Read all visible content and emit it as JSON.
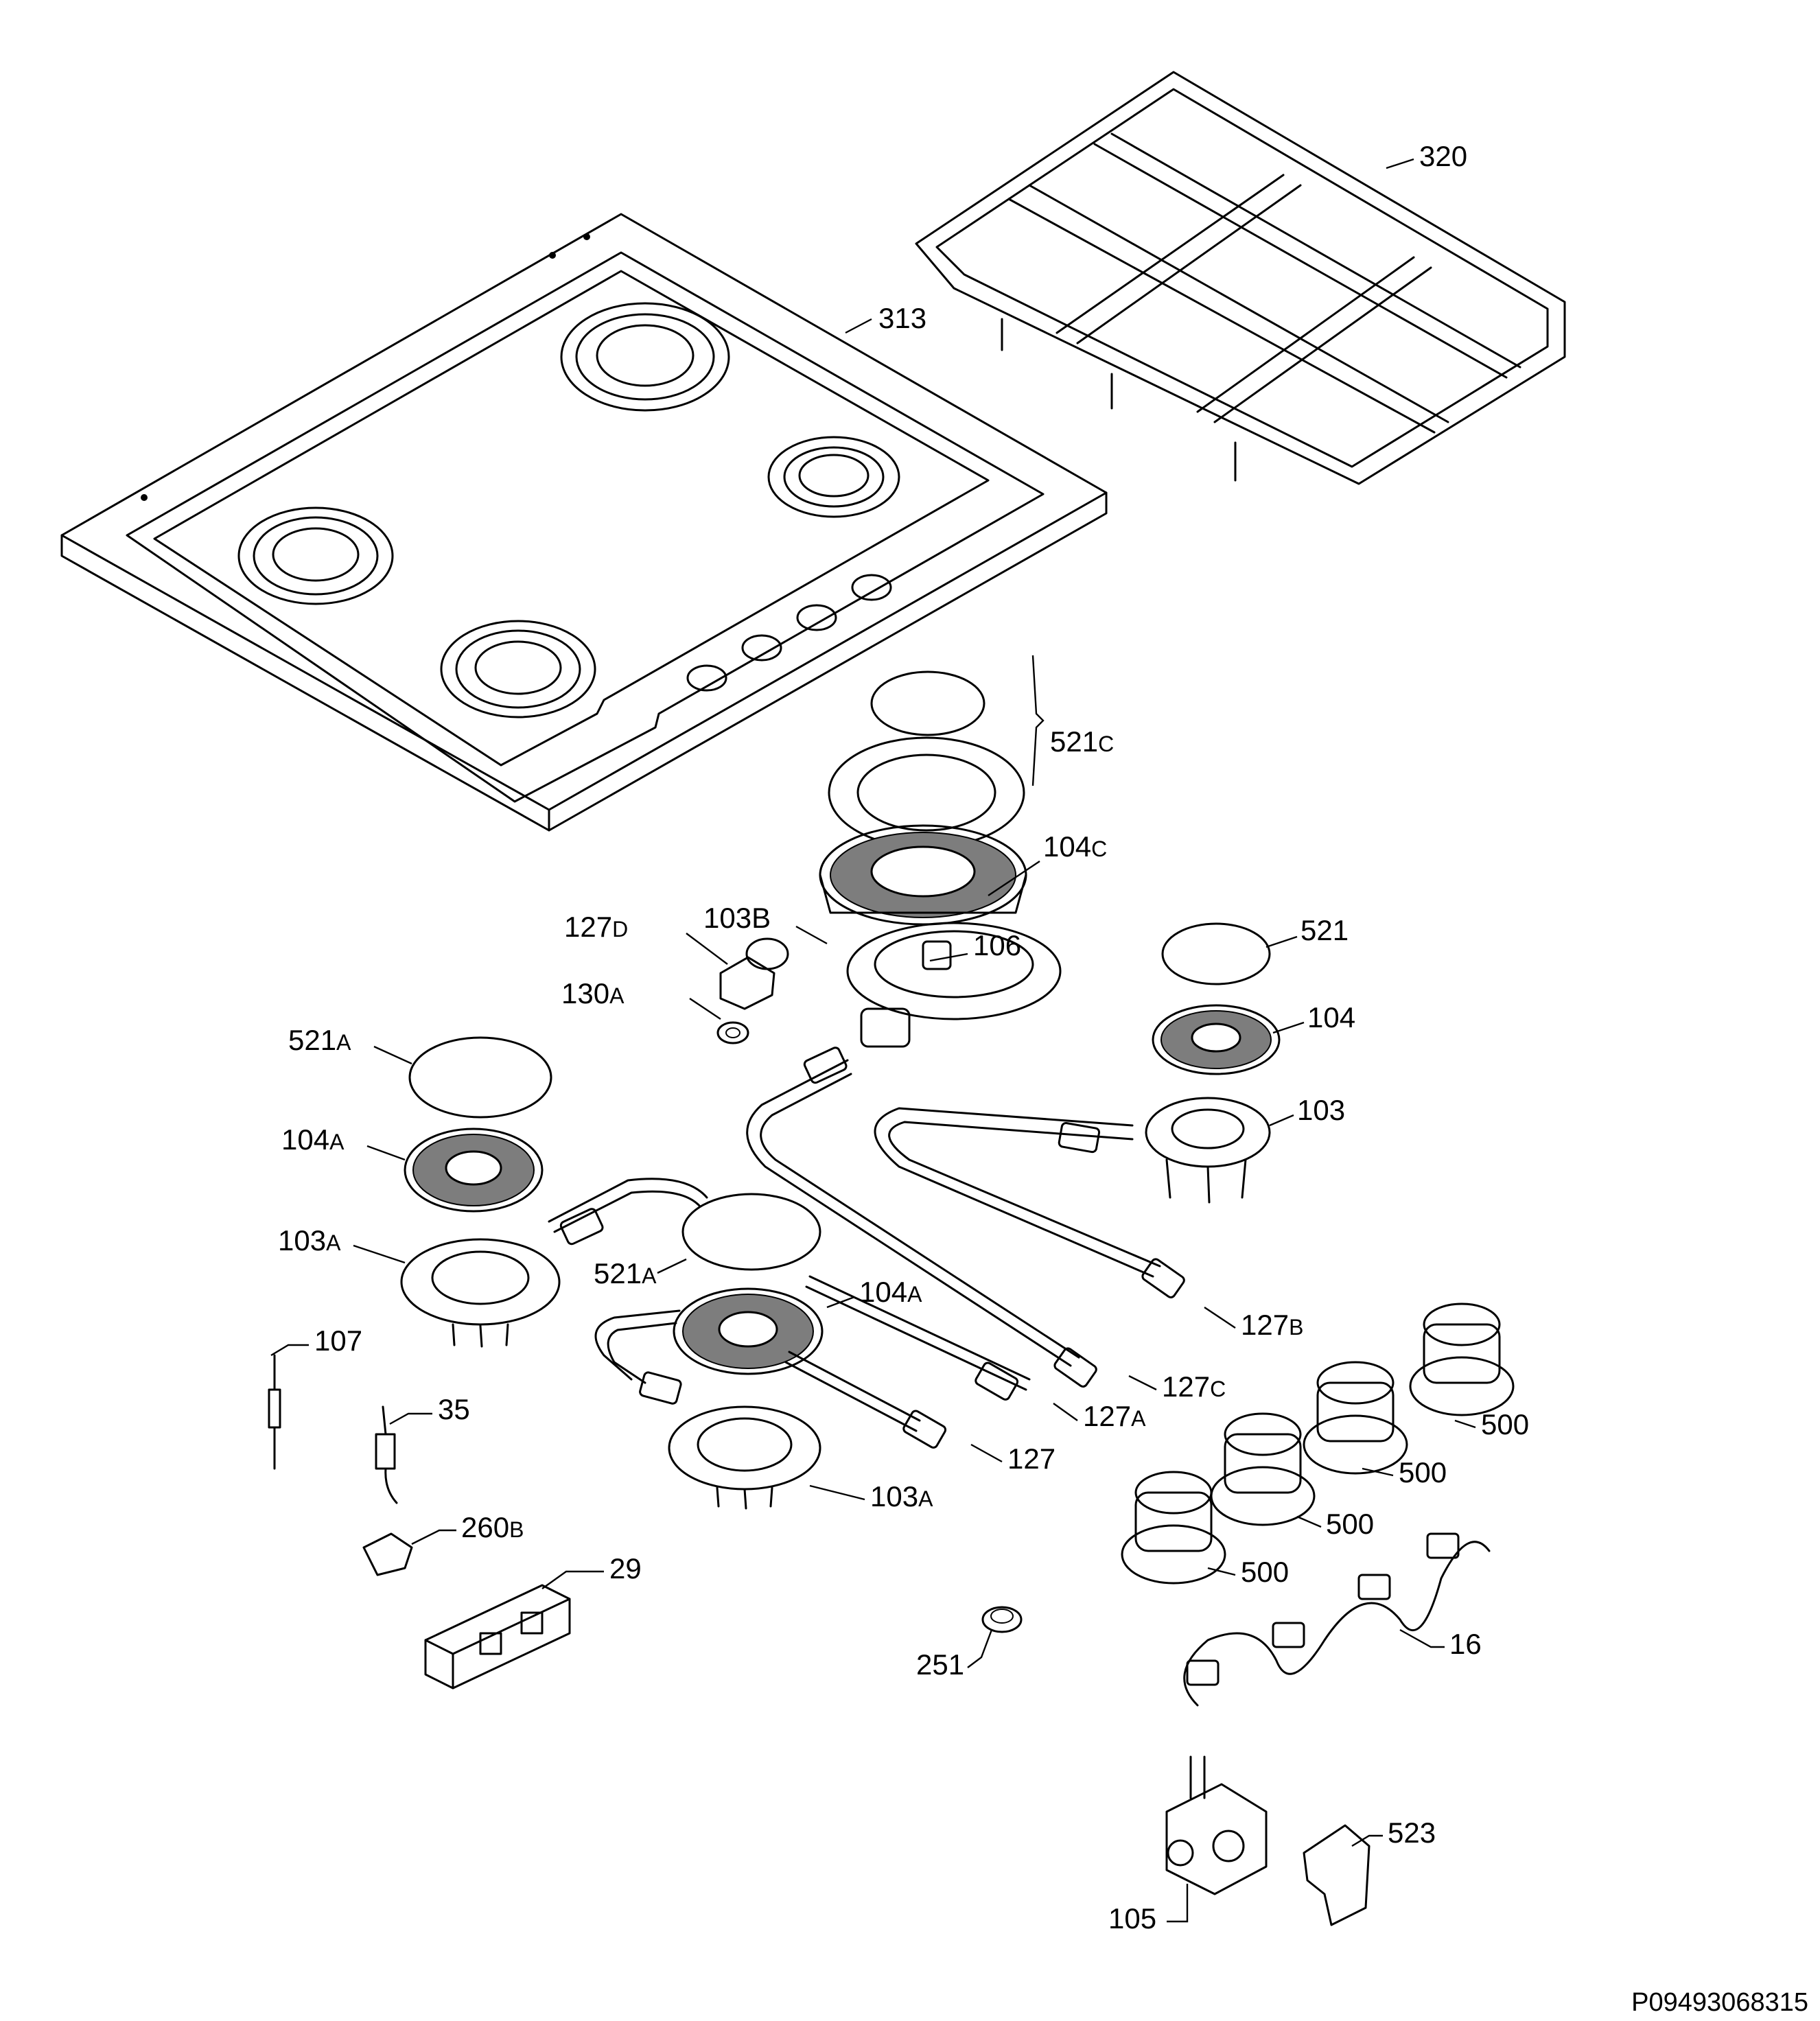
{
  "labels": [
    {
      "id": "l313",
      "num": "313",
      "suffix": ""
    },
    {
      "id": "l320",
      "num": "320",
      "suffix": ""
    },
    {
      "id": "l521c",
      "num": "521",
      "suffix": "C"
    },
    {
      "id": "l104c",
      "num": "104",
      "suffix": "C"
    },
    {
      "id": "l103b",
      "num": "103B",
      "suffix": ""
    },
    {
      "id": "l127d",
      "num": "127",
      "suffix": "D"
    },
    {
      "id": "l106",
      "num": "106",
      "suffix": ""
    },
    {
      "id": "l130a",
      "num": "130",
      "suffix": "A"
    },
    {
      "id": "l521",
      "num": "521",
      "suffix": ""
    },
    {
      "id": "l104",
      "num": "104",
      "suffix": ""
    },
    {
      "id": "l521a1",
      "num": "521",
      "suffix": "A"
    },
    {
      "id": "l104a1",
      "num": "104",
      "suffix": "A"
    },
    {
      "id": "l103",
      "num": "103",
      "suffix": ""
    },
    {
      "id": "l103a1",
      "num": "103",
      "suffix": "A"
    },
    {
      "id": "l521a2",
      "num": "521",
      "suffix": "A"
    },
    {
      "id": "l104a2",
      "num": "104",
      "suffix": "A"
    },
    {
      "id": "l127b",
      "num": "127",
      "suffix": "B"
    },
    {
      "id": "l107",
      "num": "107",
      "suffix": ""
    },
    {
      "id": "l127c",
      "num": "127",
      "suffix": "C"
    },
    {
      "id": "l35",
      "num": "35",
      "suffix": ""
    },
    {
      "id": "l127a",
      "num": "127",
      "suffix": "A"
    },
    {
      "id": "l500a",
      "num": "500",
      "suffix": ""
    },
    {
      "id": "l127",
      "num": "127",
      "suffix": ""
    },
    {
      "id": "l500b",
      "num": "500",
      "suffix": ""
    },
    {
      "id": "l103a2",
      "num": "103",
      "suffix": "A"
    },
    {
      "id": "l500c",
      "num": "500",
      "suffix": ""
    },
    {
      "id": "l260b",
      "num": "260",
      "suffix": "B"
    },
    {
      "id": "l500d",
      "num": "500",
      "suffix": ""
    },
    {
      "id": "l29",
      "num": "29",
      "suffix": ""
    },
    {
      "id": "l16",
      "num": "16",
      "suffix": ""
    },
    {
      "id": "l251",
      "num": "251",
      "suffix": ""
    },
    {
      "id": "l523",
      "num": "523",
      "suffix": ""
    },
    {
      "id": "l105",
      "num": "105",
      "suffix": ""
    }
  ],
  "document_id": "P09493068315"
}
